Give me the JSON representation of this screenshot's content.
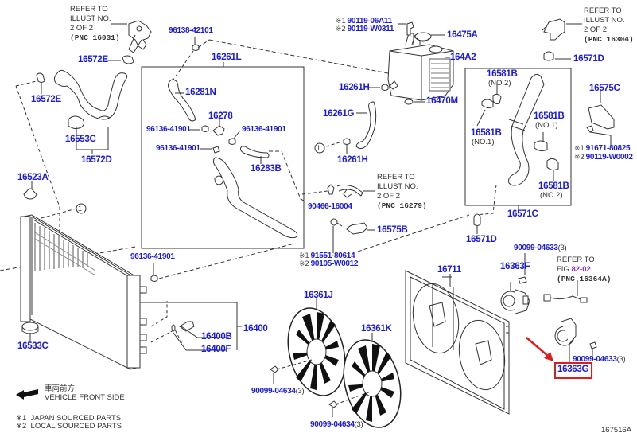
{
  "diagram": {
    "figure_id": "167516A",
    "highlight_color": "#e01b1b",
    "label_color": "#1a1ae6",
    "highlighted_part": "16363G",
    "legend": {
      "direction_jp": "車両前方",
      "direction_en": "VEHICLE FRONT SIDE",
      "note1_mark": "※1",
      "note1_text": "JAPAN SOURCED PARTS",
      "note2_mark": "※2",
      "note2_text": "LOCAL SOURCED PARTS"
    },
    "circle_marker": "1",
    "refs": {
      "r16031": {
        "l1": "REFER TO",
        "l2": "ILLUST NO.",
        "l3": "2 OF 2",
        "l4": "(PNC 16031)"
      },
      "r16304": {
        "l1": "REFER TO",
        "l2": "ILLUST NO.",
        "l3": "2 OF 2",
        "l4": "(PNC 16304)"
      },
      "r16279": {
        "l1": "REFER TO",
        "l2": "ILLUST NO.",
        "l3": "2 OF 2",
        "l4": "(PNC 16279)"
      },
      "r16364A": {
        "l1": "REFER TO",
        "l2a": "FIG ",
        "l2b": "82-02",
        "l3": "(PNC 16364A)"
      }
    },
    "parts": {
      "p16572E_top": "16572E",
      "p16572E_left": "16572E",
      "p16553C": "16553C",
      "p16572D": "16572D",
      "p96138": "96138-42101",
      "p16261L": "16261L",
      "p16281N": "16281N",
      "p16278": "16278",
      "p96136_a": "96136-41901",
      "p96136_b": "96136-41901",
      "p96136_c": "96136-41901",
      "p96136_d": "96136-41901",
      "p16283B": "16283B",
      "p90119_1": "90119-06A11",
      "p90119_2": "90119-W0311",
      "p16475A": "16475A",
      "p164A2": "164A2",
      "p16261H_top": "16261H",
      "p16470M": "16470M",
      "p16261G": "16261G",
      "p16261H_bot": "16261H",
      "p90466": "90466-16004",
      "p16575B": "16575B",
      "p91551": "91551-80614",
      "p90105": "90105-W0012",
      "p16571D_top": "16571D",
      "p16581B_no2a": "16581B",
      "p16581B_no1a": "16581B",
      "p16581B_no1b": "16581B",
      "p16581B_no2b": "16581B",
      "no1": "(NO.1)",
      "no2": "(NO.2)",
      "p16571C": "16571C",
      "p16571D_bot": "16571D",
      "p16575C": "16575C",
      "p91671": "91671-80825",
      "p90119_w0002": "90119-W0002",
      "p16523A": "16523A",
      "p16533C": "16533C",
      "p16400": "16400",
      "p16400B": "16400B",
      "p16400F": "16400F",
      "p16361J": "16361J",
      "p16361K": "16361K",
      "p90099_04634a": "90099-04634",
      "p90099_04634b": "90099-04634",
      "p16711": "16711",
      "p90099_04633a": "90099-04633",
      "p90099_04633b": "90099-04633",
      "p16363F": "16363F",
      "p16363G": "16363G",
      "qty3": "(3)",
      "mark1": "※1",
      "mark2": "※2"
    }
  }
}
